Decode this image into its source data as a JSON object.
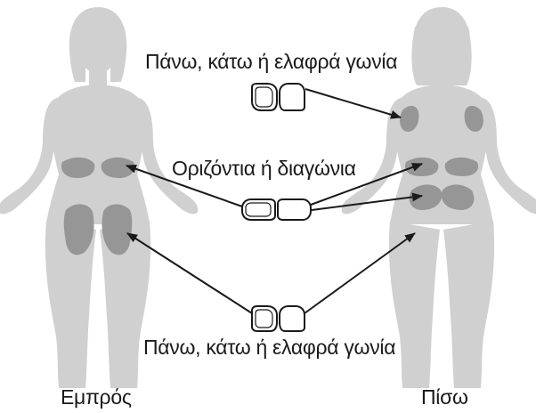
{
  "labels": {
    "top_angle": "Πάνω, κάτω ή ελαφρά γωνία",
    "middle_angle": "Οριζόντια ή διαγώνια",
    "bottom_angle": "Πάνω, κάτω ή ελαφρά γωνία",
    "front_view": "Εμπρός",
    "back_view": "Πίσω"
  },
  "colors": {
    "body": "#d0d0d0",
    "site": "#969696",
    "arrow": "#1a1a1a",
    "sensor_outline": "#1a1a1a"
  },
  "icons": {
    "front_silhouette": "human-front-silhouette",
    "back_silhouette": "human-back-silhouette",
    "sensor_pair": "sensor-pod-pair"
  }
}
